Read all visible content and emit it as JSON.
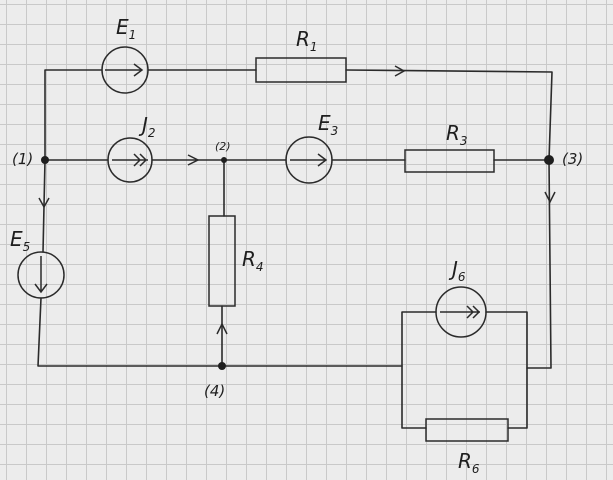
{
  "labels": {
    "E1": {
      "main": "E",
      "sub": "1"
    },
    "R1": {
      "main": "R",
      "sub": "1"
    },
    "J2": {
      "main": "J",
      "sub": "2"
    },
    "E3": {
      "main": "E",
      "sub": "3"
    },
    "R3": {
      "main": "R",
      "sub": "3"
    },
    "R4": {
      "main": "R",
      "sub": "4"
    },
    "E5": {
      "main": "E",
      "sub": "5"
    },
    "J6": {
      "main": "J",
      "sub": "6"
    },
    "R6": {
      "main": "R",
      "sub": "6"
    }
  },
  "nodes": {
    "n1": "(1)",
    "n2": "(2)",
    "n3": "(3)",
    "n4": "(4)"
  },
  "colors": {
    "ink": "#2b2b2b",
    "grid": "#c9c9c9",
    "paper": "#ececec"
  }
}
